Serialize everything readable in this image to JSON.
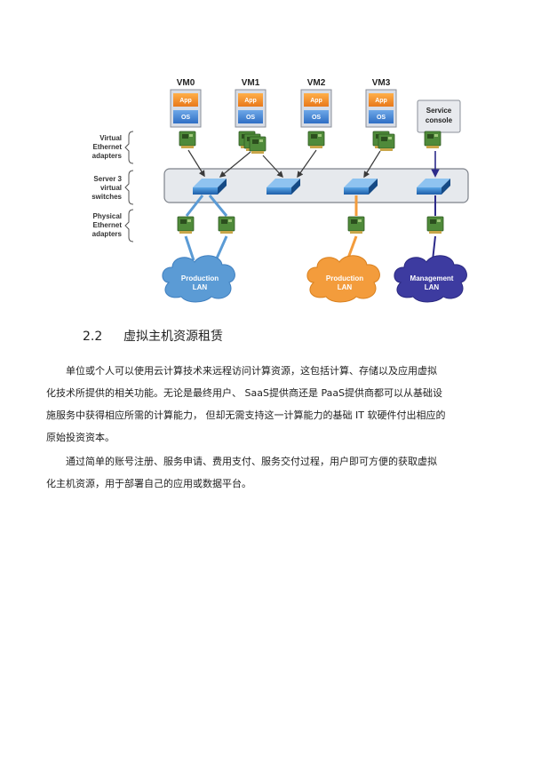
{
  "diagram": {
    "vms": [
      {
        "name": "VM0",
        "app": "App",
        "os": "OS"
      },
      {
        "name": "VM1",
        "app": "App",
        "os": "OS"
      },
      {
        "name": "VM2",
        "app": "App",
        "os": "OS"
      },
      {
        "name": "VM3",
        "app": "App",
        "os": "OS"
      }
    ],
    "service_console": [
      "Service",
      "console"
    ],
    "side_labels": {
      "virtual_adapters": [
        "Virtual",
        "Ethernet",
        "adapters"
      ],
      "virtual_switches": [
        "Server 3",
        "virtual",
        "switches"
      ],
      "physical_adapters": [
        "Physical",
        "Ethernet",
        "adapters"
      ]
    },
    "clouds": [
      {
        "lines": [
          "Production",
          "LAN"
        ],
        "color": "#5b9bd5"
      },
      {
        "lines": [
          "Production",
          "LAN"
        ],
        "color": "#f39c3c"
      },
      {
        "lines": [
          "Management",
          "LAN"
        ],
        "color": "#3d3ba0"
      }
    ]
  },
  "section": {
    "number": "2.2",
    "title": "虚拟主机资源租赁"
  },
  "paragraphs": [
    [
      "单位或个人可以使用云计算技术来远程访问计算资源，这包括计算、存储以及应用虚拟",
      "化技术所提供的相关功能。无论是最终用户、      SaaS提供商还是   PaaS提供商都可以从基础设",
      "施服务中获得相应所需的计算能力，    但却无需支持这一计算能力的基础     IT  软硬件付出相应的",
      "原始投资资本。"
    ],
    [
      "通过简单的账号注册、服务申请、费用支付、服务交付过程，用户即可方便的获取虚拟",
      "化主机资源，用于部署自己的应用或数据平台。"
    ]
  ]
}
